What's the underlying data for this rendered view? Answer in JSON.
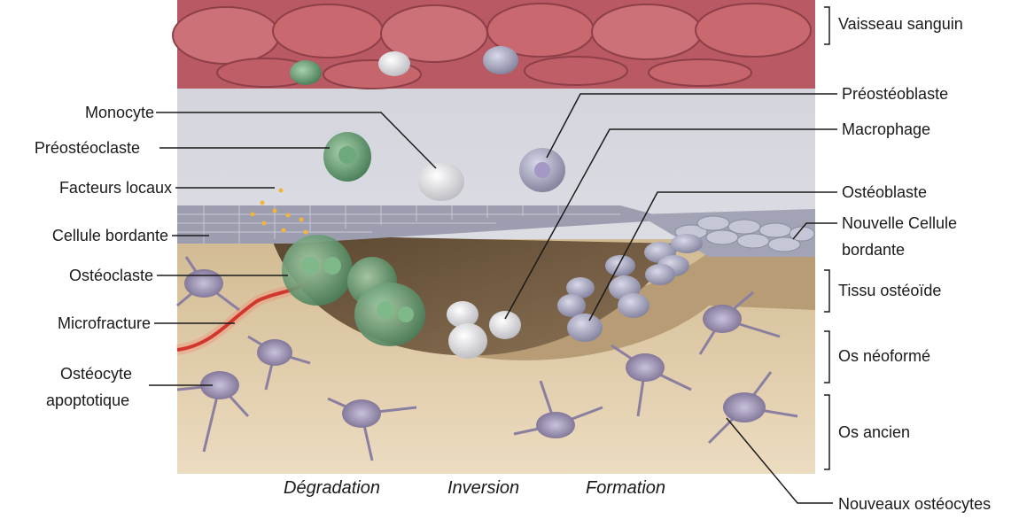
{
  "labels_left": {
    "monocyte": "Monocyte",
    "preosteoclast": "Préostéoclaste",
    "facteurs_locaux": "Facteurs locaux",
    "cellule_bordante": "Cellule bordante",
    "osteoclaste": "Ostéoclaste",
    "microfracture": "Microfracture",
    "osteocyte_apoptotique_1": "Ostéocyte",
    "osteocyte_apoptotique_2": "apoptotique"
  },
  "labels_right": {
    "vaisseau_sanguin": "Vaisseau sanguin",
    "preosteoblaste": "Préostéoblaste",
    "macrophage": "Macrophage",
    "osteoblaste": "Ostéoblaste",
    "nouvelle_cellule_1": "Nouvelle Cellule",
    "nouvelle_cellule_2": "bordante",
    "tissu_osteoide": "Tissu ostéoïde",
    "os_neoforme": "Os néoformé",
    "os_ancien": "Os ancien",
    "nouveaux_osteocytes": "Nouveaux ostéocytes"
  },
  "phases": {
    "degradation": "Dégradation",
    "inversion": "Inversion",
    "formation": "Formation"
  },
  "colors": {
    "vessel": "#c4636b",
    "bone": "#d9c7a6",
    "osteoid": "#b69a73",
    "cavity": "#6f5a3f",
    "osteoclast": "#5f9a6b",
    "osteoblast": "#a3a3bd",
    "osteocyte": "#8f87a3",
    "microfracture": "#c2261e"
  }
}
